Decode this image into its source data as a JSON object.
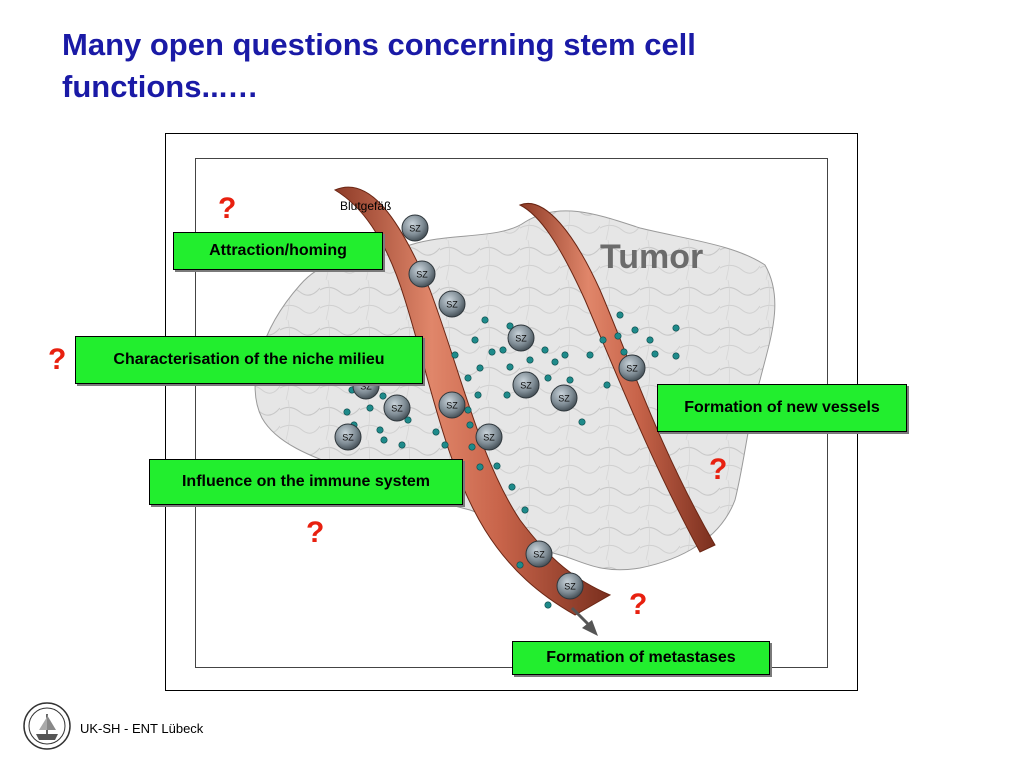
{
  "title": "Many open questions concerning stem cell functions...…",
  "diagram": {
    "tumor_label": "Tumor",
    "vessel_label": "Blutgefäß",
    "cell_label": "SZ",
    "boxes": {
      "attraction": "Attraction/homing",
      "niche": "Characterisation of the niche milieu",
      "vessels": "Formation of new vessels",
      "immune": "Influence on the immune system",
      "metastases": "Formation of metastases"
    },
    "question_mark": "?",
    "colors": {
      "vessel": "#c8644a",
      "label_box": "#22ee2e",
      "question": "#e8200f",
      "title": "#1a1aa6",
      "cell": "#7d8a93",
      "dot": "#1e8a8a"
    }
  },
  "footer": {
    "text": "UK-SH - ENT Lübeck"
  }
}
